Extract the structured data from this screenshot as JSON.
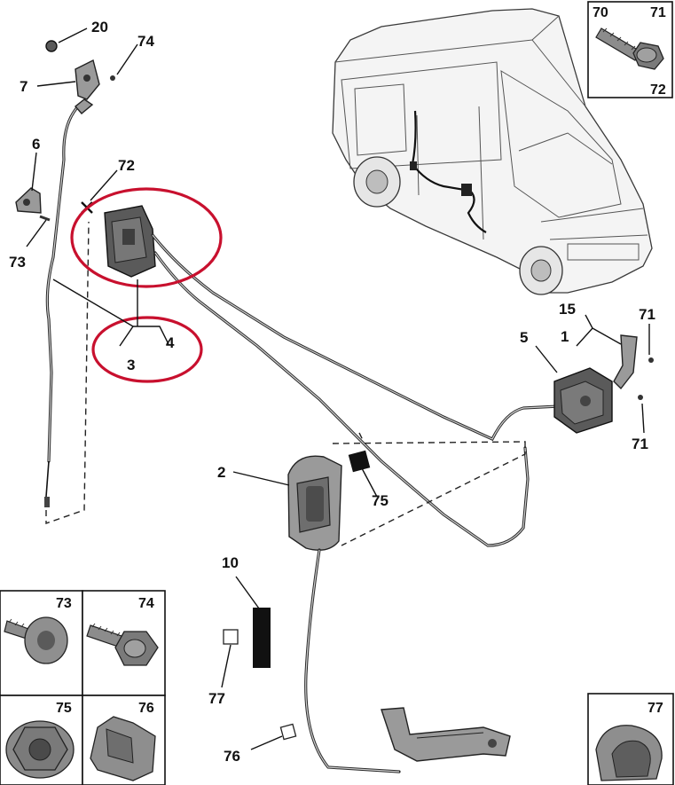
{
  "diagram": {
    "callouts": {
      "c20": "20",
      "c74_top": "74",
      "c7": "7",
      "c6": "6",
      "c72_mid": "72",
      "c73_left": "73",
      "c3": "3",
      "c4": "4",
      "c15": "15",
      "c1": "1",
      "c71_top": "71",
      "c5": "5",
      "c71_bottom": "71",
      "c2": "2",
      "c75": "75",
      "c10": "10",
      "c77": "77",
      "c76": "76"
    },
    "legend_boxes": {
      "top_right": {
        "left": "70",
        "right": "71",
        "bottom": "72"
      },
      "box_73": "73",
      "box_74": "74",
      "box_75": "75",
      "box_76": "76",
      "box_77": "77"
    },
    "highlight_color": "#c8102e"
  }
}
